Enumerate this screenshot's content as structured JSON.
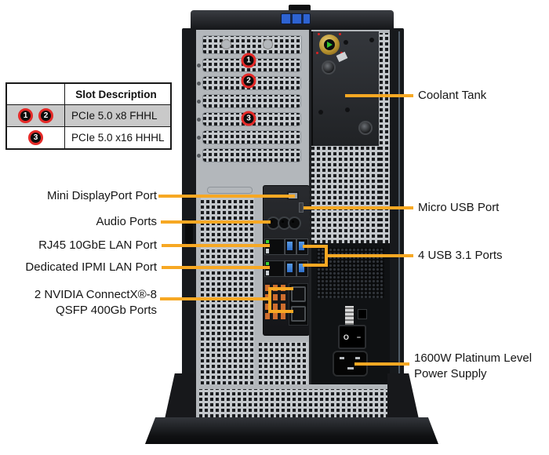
{
  "colors": {
    "callout_line": "#F7A823",
    "badge_ring": "#E42A28",
    "table_row_highlight": "#C9C9C9"
  },
  "slot_table": {
    "header": "Slot Description",
    "rows": [
      {
        "badge_a": "1",
        "badge_b": "2",
        "description": "PCIe 5.0 x8 FHHL"
      },
      {
        "badge_a": "3",
        "description": "PCIe 5.0 x16 HHHL"
      }
    ]
  },
  "tower_badges": {
    "b1": "1",
    "b2": "2",
    "b3": "3"
  },
  "callouts": {
    "mini_dp": "Mini DisplayPort Port",
    "audio": "Audio Ports",
    "rj45": "RJ45 10GbE LAN Port",
    "ipmi": "Dedicated IPMI LAN Port",
    "nvidia_line1": "2 NVIDIA ConnectX®-8",
    "nvidia_line2": "QSFP 400Gb Ports",
    "coolant": "Coolant Tank",
    "micro_usb": "Micro USB Port",
    "usb31": "4 USB 3.1 Ports",
    "psu_line1": "1600W Platinum Level",
    "psu_line2": "Power Supply"
  },
  "psu_switch": {
    "off": "O",
    "on": "−"
  }
}
